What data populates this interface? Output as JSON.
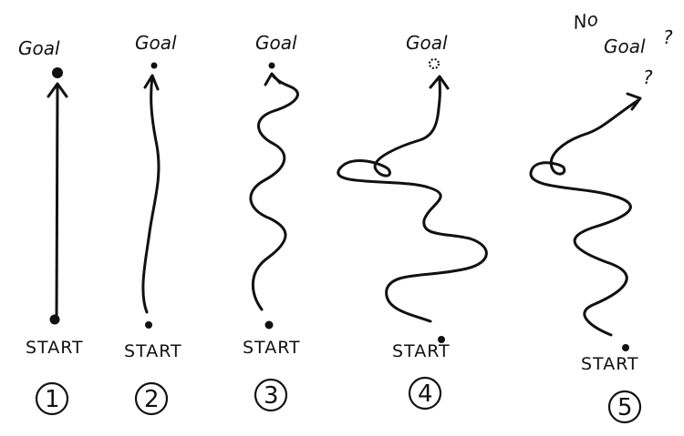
{
  "panels": [
    {
      "goal_label": "Goal",
      "start_label": "START",
      "number": "1",
      "goal_marker": "filled-dot",
      "path_shape": "straight-line"
    },
    {
      "goal_label": "Goal",
      "start_label": "START",
      "number": "2",
      "goal_marker": "small-dot",
      "path_shape": "slight-curve"
    },
    {
      "goal_label": "Goal",
      "start_label": "START",
      "number": "3",
      "goal_marker": "small-dot",
      "path_shape": "wavy"
    },
    {
      "goal_label": "Goal",
      "start_label": "START",
      "number": "4",
      "goal_marker": "hollow-dotted-circle",
      "path_shape": "wide-wavy-with-loop"
    },
    {
      "goal_label_line1": "No",
      "goal_label_line2": "Goal",
      "question_mark_1": "?",
      "question_mark_2": "?",
      "start_label": "START",
      "number": "5",
      "goal_marker": "none",
      "path_shape": "wide-wavy-with-loop-veering-off"
    }
  ],
  "colors": {
    "ink": "#111111",
    "paper": "#ffffff"
  }
}
